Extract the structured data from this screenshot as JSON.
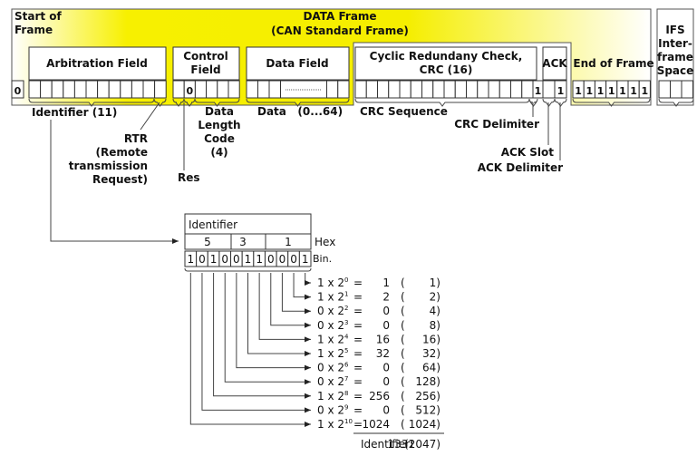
{
  "frame": {
    "title_line1": "DATA Frame",
    "title_line2": "(CAN Standard Frame)",
    "start_of_frame": [
      "Start of",
      "Frame"
    ],
    "sof_bit": "0",
    "ifs_label": [
      "IFS",
      "Inter-",
      "frame",
      "Space"
    ],
    "gradient_color": "#f5f000"
  },
  "fields": {
    "arbitration": "Arbitration Field",
    "control": [
      "Control",
      "Field"
    ],
    "control_bit": "0",
    "data": "Data Field",
    "crc": [
      "Cyclic Redundany Check,",
      "CRC (16)"
    ],
    "crc_delim_bit": "1",
    "ack": "ACK",
    "ack_delim_bit": "1",
    "eof": "End of Frame",
    "eof_bits": [
      "1",
      "1",
      "1",
      "1",
      "1",
      "1",
      "1"
    ]
  },
  "annotations": {
    "identifier": "Identifier (11)",
    "rtr": [
      "RTR",
      "(Remote",
      "transmission",
      "Request)"
    ],
    "res": "Res",
    "dlc": [
      "Data",
      "Length",
      "Code",
      "(4)"
    ],
    "data_bits": "Data   (0...64)",
    "crc_sequence": "CRC Sequence",
    "crc_delimiter": "CRC Delimiter",
    "ack_slot": "ACK Slot",
    "ack_delimiter": "ACK Delimiter"
  },
  "identifier_box": {
    "title": "Identifier",
    "hex_digits": [
      "5",
      "3",
      "1"
    ],
    "hex_label": "Hex",
    "bin_label": "Bin.",
    "bits": [
      "1",
      "0",
      "1",
      "0",
      "0",
      "1",
      "1",
      "0",
      "0",
      "0",
      "1"
    ]
  },
  "calculation": {
    "rows": [
      {
        "bit": "1",
        "exp": "0",
        "value": "1",
        "max": "1"
      },
      {
        "bit": "1",
        "exp": "1",
        "value": "2",
        "max": "2"
      },
      {
        "bit": "0",
        "exp": "2",
        "value": "0",
        "max": "4"
      },
      {
        "bit": "0",
        "exp": "3",
        "value": "0",
        "max": "8"
      },
      {
        "bit": "1",
        "exp": "4",
        "value": "16",
        "max": "16"
      },
      {
        "bit": "1",
        "exp": "5",
        "value": "32",
        "max": "32"
      },
      {
        "bit": "0",
        "exp": "6",
        "value": "0",
        "max": "64"
      },
      {
        "bit": "0",
        "exp": "7",
        "value": "0",
        "max": "128"
      },
      {
        "bit": "1",
        "exp": "8",
        "value": "256",
        "max": "256"
      },
      {
        "bit": "0",
        "exp": "9",
        "value": "0",
        "max": "512"
      },
      {
        "bit": "1",
        "exp": "10",
        "value": "1024",
        "max": "1024"
      }
    ],
    "total_label": "Identifier:",
    "total_value": "1331",
    "total_max": "(2047)"
  }
}
